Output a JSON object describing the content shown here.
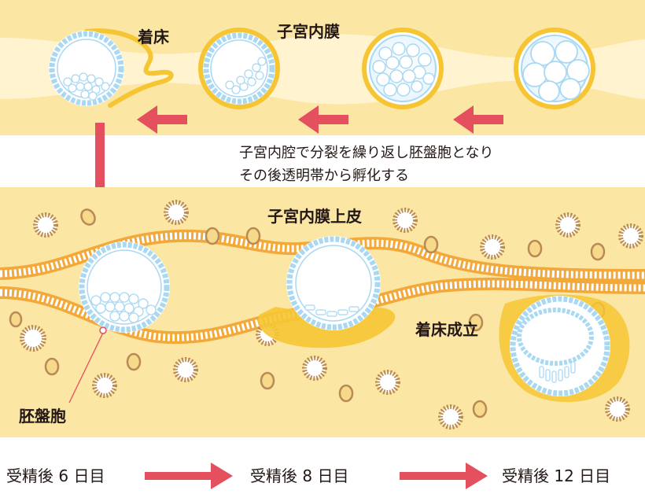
{
  "labels": {
    "implantation_top": "着床",
    "endometrium": "子宮内膜",
    "description_line1": "子宮内腔で分裂を繰り返し胚盤胞となり",
    "description_line2": "その後透明帯から孵化する",
    "endometrial_epithelium": "子宮内膜上皮",
    "implantation_complete": "着床成立",
    "blastocyst": "胚盤胞"
  },
  "timeline": {
    "day6": "受精後 6 日目",
    "day8": "受精後 8 日目",
    "day12": "受精後 12 日目"
  },
  "colors": {
    "background_band": "#fbe6a4",
    "zona_ring": "#f6c533",
    "cell_blue": "#a9d8f3",
    "cell_fill": "#ffffff",
    "arrow_red": "#e4505e",
    "epithelium_orange": "#f3a93a",
    "gland_brown": "#b98a55",
    "text_dark": "#231815"
  }
}
